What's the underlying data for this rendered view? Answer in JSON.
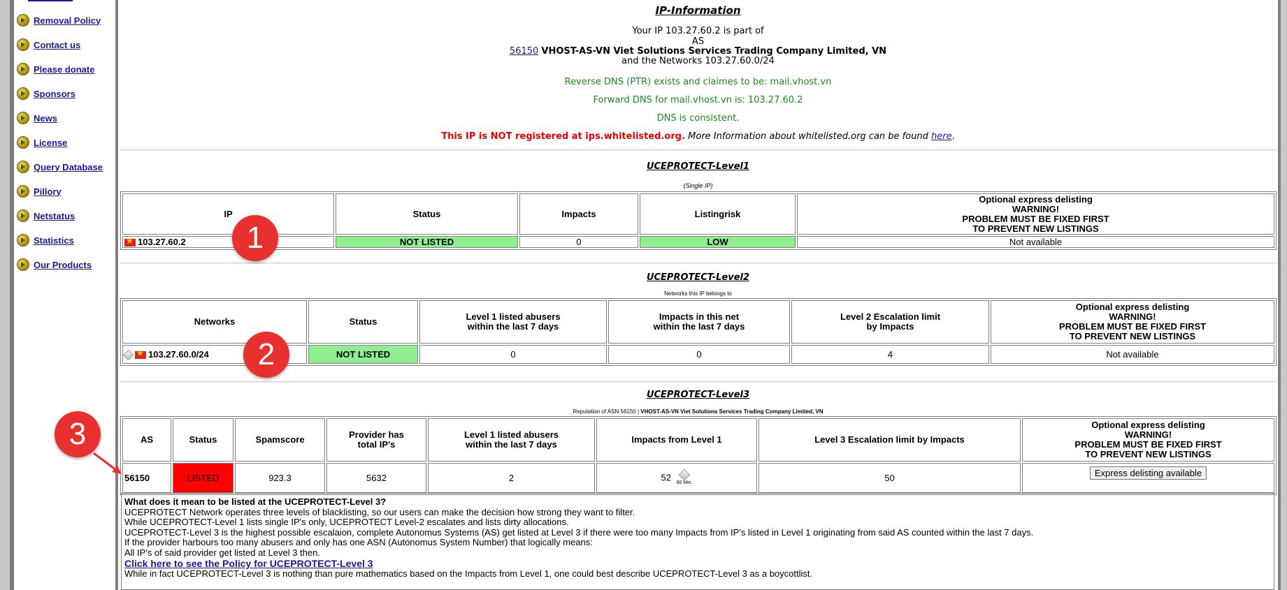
{
  "sidebar": {
    "items": [
      {
        "label": "Removal Policy"
      },
      {
        "label": "Contact us"
      },
      {
        "label": "Please donate"
      },
      {
        "label": "Sponsors"
      },
      {
        "label": "News"
      },
      {
        "label": "License"
      },
      {
        "label": "Query Database"
      },
      {
        "label": "Pillory"
      },
      {
        "label": "Netstatus"
      },
      {
        "label": "Statistics"
      },
      {
        "label": "Our Products"
      }
    ]
  },
  "info": {
    "title": "IP-Information",
    "line1": "Your IP 103.27.60.2 is part of",
    "line2": "AS",
    "as_number": "56150",
    "as_name": "VHOST-AS-VN Viet Solutions Services Trading Company Limited, VN",
    "line4": "and the Networks 103.27.60.0/24",
    "reverse_dns": "Reverse DNS (PTR) exists and claimes to be: mail.vhost.vn",
    "forward_dns": "Forward DNS for mail.vhost.vn is: 103.27.60.2",
    "dns_consistent": "DNS is consistent.",
    "whitelist_red": "This IP is NOT registered at ips.whitelisted.org.",
    "whitelist_more": "More Information about whitelisted.org can be found",
    "whitelist_link": "here",
    "period": "."
  },
  "level1": {
    "title": "UCEPROTECT-Level1",
    "subtitle": "(Single IP)",
    "headers": {
      "ip": "IP",
      "status": "Status",
      "impacts": "Impacts",
      "listingrisk": "Listingrisk",
      "delist_1": "Optional express delisting",
      "delist_2": "WARNING!",
      "delist_3": "PROBLEM MUST BE FIXED FIRST",
      "delist_4": "TO PREVENT NEW LISTINGS"
    },
    "row": {
      "ip": "103.27.60.2",
      "status": "NOT LISTED",
      "impacts": "0",
      "listingrisk": "LOW",
      "delisting": "Not available"
    }
  },
  "level2": {
    "title": "UCEPROTECT-Level2",
    "subtitle": "Networks this IP belongs to",
    "headers": {
      "networks": "Networks",
      "status": "Status",
      "abusers_1": "Level 1 listed abusers",
      "abusers_2": "within the last 7 days",
      "impacts_1": "Impacts in this net",
      "impacts_2": "within the last 7 days",
      "limit_1": "Level 2 Escalation limit",
      "limit_2": "by Impacts",
      "delist_1": "Optional express delisting",
      "delist_2": "WARNING!",
      "delist_3": "PROBLEM MUST BE FIXED FIRST",
      "delist_4": "TO PREVENT NEW LISTINGS"
    },
    "row": {
      "network": "103.27.60.0/24",
      "status": "NOT LISTED",
      "abusers": "0",
      "impacts": "0",
      "limit": "4",
      "delisting": "Not available"
    }
  },
  "level3": {
    "title": "UCEPROTECT-Level3",
    "subtitle_prefix": "Reputation of ASN 56150 |",
    "subtitle_bold": "VHOST-AS-VN Viet Solutions Services Trading Company Limited, VN",
    "headers": {
      "as": "AS",
      "status": "Status",
      "spamscore": "Spamscore",
      "provider_1": "Provider has",
      "provider_2": "total IP's",
      "abusers_1": "Level 1 listed abusers",
      "abusers_2": "within the last 7 days",
      "impacts": "Impacts from Level 1",
      "limit": "Level 3 Escalation limit by Impacts",
      "delist_1": "Optional express delisting",
      "delist_2": "WARNING!",
      "delist_3": "PROBLEM MUST BE FIXED FIRST",
      "delist_4": "TO PREVENT NEW LISTINGS"
    },
    "row": {
      "as": "56150",
      "status": "LISTED",
      "spamscore": "923.3",
      "total_ips": "5632",
      "abusers": "2",
      "impacts": "52",
      "impacts_note": "60 Min.",
      "limit": "50",
      "delisting_button": "Express delisting available"
    }
  },
  "explanation": {
    "question": "What does it mean to be listed at the UCEPROTECT-Level 3?",
    "p1": "UCEPROTECT Network operates three levels of blacklisting, so our users can make the decision how strong they want to filter.",
    "p2": "While UCEPROTECT-Level 1 lists single IP's only, UCEPROTECT Level-2 escalates and lists dirty allocations.",
    "p3": "UCEPROTECT-Level 3 is the highest possible escalaion, complete Autonomus Systems (AS) get listed at Level 3 if there were too many Impacts from IP's listed in Level 1 originating from said AS counted within the last 7 days.",
    "p4": "If the provider harbours too many abusers and only has one ASN (Autonomus System Number) that logically means:",
    "p5": "All IP's of said provider get listed at Level 3 then.",
    "link": "Click here to see the Policy for UCEPROTECT-Level 3",
    "p6": "While in fact UCEPROTECT-Level 3 is nothing than pure mathematics based on the Impacts from Level 1, one could best describe UCEPROTECT-Level 3 as a boycottlist."
  },
  "markers": {
    "m1": "1",
    "m2": "2",
    "m3": "3"
  },
  "colors": {
    "green_cell": "#90ee90",
    "red_cell": "#ff0000",
    "info_green": "#1a8a1a",
    "warning_red": "#ee0000",
    "marker_red": "#e8302f",
    "link_blue": "#1a1a99"
  }
}
